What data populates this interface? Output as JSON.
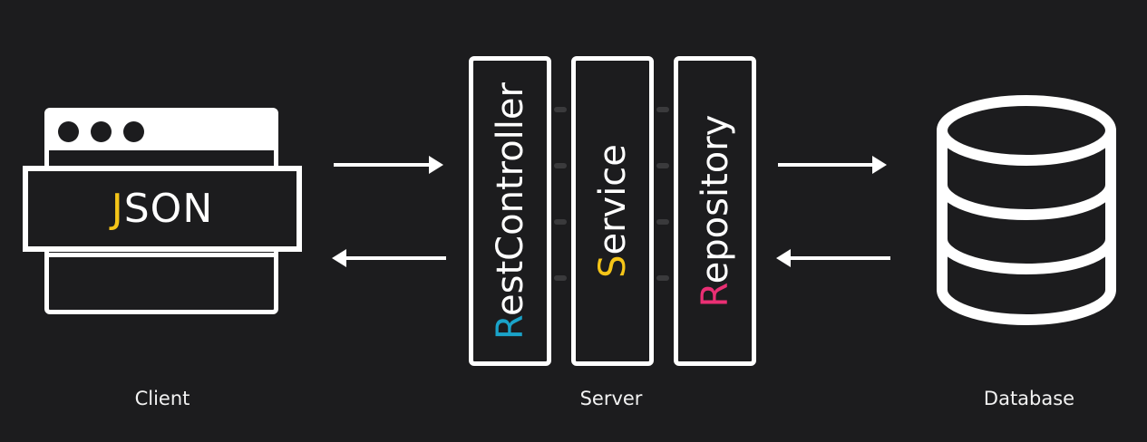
{
  "client": {
    "banner_first": "J",
    "banner_rest": "SON",
    "label": "Client"
  },
  "server": {
    "label": "Server",
    "layers": [
      {
        "first": "R",
        "rest": "estController",
        "accent": "#1aa3c9"
      },
      {
        "first": "S",
        "rest": "ervice",
        "accent": "#f5c518"
      },
      {
        "first": "R",
        "rest": "epository",
        "accent": "#ea2f74"
      }
    ]
  },
  "database": {
    "label": "Database",
    "icon": "database-cylinder-icon"
  },
  "colors": {
    "background": "#1c1c1e",
    "foreground": "#ffffff",
    "json_accent": "#f5c518"
  }
}
